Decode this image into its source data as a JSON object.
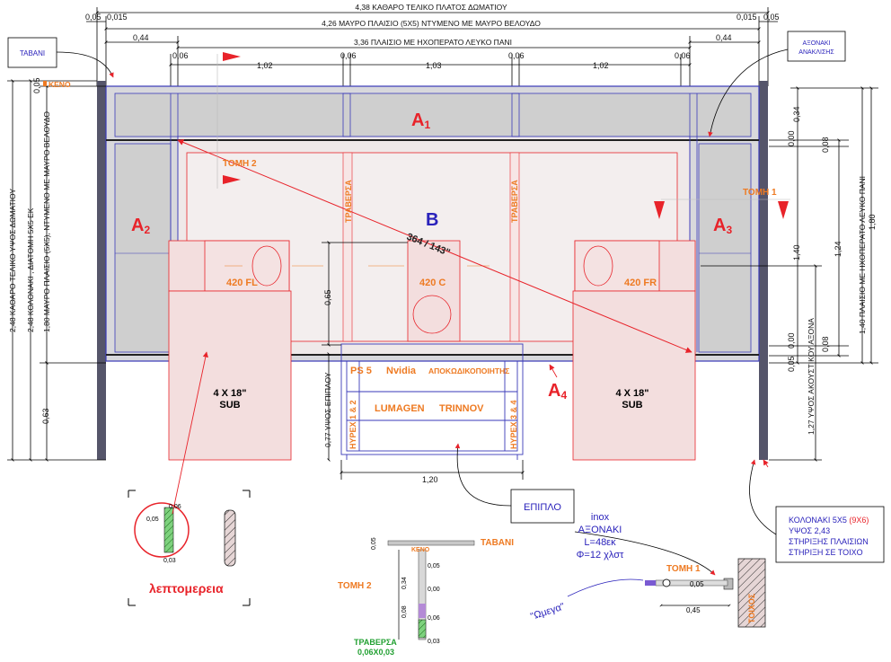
{
  "dimensions": {
    "total_width_label": "4,38  ΚΑΘΑΡΟ ΤΕΛΙΚΟ ΠΛΑΤΟΣ ΔΩΜΑΤΙΟΥ",
    "frame_width_label": "4,26  ΜΑΥΡΟ ΠΛΑΙΣΙΟ (5Χ5) ΝΤΥΜΕΝΟ ΜΕ ΜΑΥΡΟ ΒΕΛΟΥΔΟ",
    "screen_width_label": "3,36 ΠΛΑΙΣΙΟ ΜΕ ΗΧΟΠΕΡΑΤΟ ΛΕΥΚΟ ΠΑΝΙ",
    "d005": "0,05",
    "d0015": "0,015",
    "d044": "0,44",
    "d006": "0,06",
    "d102": "1,02",
    "d103": "1,03",
    "d000": "0,00",
    "d008": "0,08",
    "d034": "0,34",
    "d140": "1,40",
    "d124": "1,24",
    "d180": "1,80",
    "d065": "0,65",
    "d063": "0,63",
    "d120": "1,20",
    "d045": "0,45",
    "d003": "0,03",
    "left_v1": "2,48  ΚΑΘΑΡΟ ΤΕΛΙΚΟ ΥΨΟΣ ΔΩΜΑΤΙΟΥ",
    "left_v2": "2,48  ΚΟΛΟΝΑΚΙ , ΔΙΑΤΟΜΗ 5Χ5 ΕΚ",
    "left_v3": "1,80  ΜΑΥΡΟ ΠΛΑΙΣΙΟ (5Χ5), ΝΤΥΜΕΝΟ ΜΕ ΜΑΥΡΟ ΒΕΛΟΥΔΟ",
    "right_v1": "1,40 ΠΛΑΙΣΙΟ ΜΕ ΗΧΟΠΕΡΑΤΟ ΛΕΥΚΟ ΠΑΝΙ",
    "right_v2": "1,27  ΥΨΟΣ ΑΚΟΥΣΤΙΚΟΥ ΑΞΟΝΑ",
    "cabinet_height": "0,77 ΥΨΟΣ ΕΠΙΠΛΟΥ",
    "diagonal": "364 / 143\""
  },
  "callouts": {
    "tavani": "ΤΑΒΑΝΙ",
    "axonaki": "ΑΞΟΝΑΚΙ ΑΝΑΚΛΙΣΗΣ",
    "keno": "ΚΕΝΟ",
    "epiplo": "ΕΠΙΠΛΟ",
    "kolonaki_1": "ΚΟΛΟΝΑΚΙ 5Χ5 ",
    "kolonaki_red": "(9Χ6)",
    "kolonaki_2": "ΥΨΟΣ 2,43",
    "kolonaki_3": "ΣΤΗΡΙΞΗΣ ΠΛΑΙΣΙΩΝ",
    "kolonaki_4": "ΣΤΗΡΙΞΗ ΣΕ ΤΟΙΧΟ"
  },
  "zones": {
    "a": "A",
    "a1": "1",
    "a2": "2",
    "a3": "3",
    "a4": "4",
    "b": "B"
  },
  "sections": {
    "tomi1": "ΤΟΜΗ 1",
    "tomi2": "ΤΟΜΗ 2",
    "traversa": "ΤΡΑΒΕΡΣΑ"
  },
  "speakers": {
    "fl": "420 FL",
    "c": "420 C",
    "fr": "420 FR",
    "sub_count": "4 X 18\"",
    "sub": "SUB"
  },
  "cabinet": {
    "hypex12": "HYPEX 1 & 2",
    "hypex34": "HYPEX 3 & 4",
    "ps5": "PS 5",
    "nvidia": "Nvidia",
    "decoder": "ΑΠΟΚΩΔΙΚΟΠΟΙΗΤΗΣ",
    "lumagen": "LUMAGEN",
    "trinnov": "TRINNOV"
  },
  "details": {
    "leptomereia": "λεπτομερεια",
    "traversa_size": "0,06Χ0,03",
    "inox": "inox",
    "axonaki": "ΑΞΟΝΑΚΙ",
    "length": "L=48εκ",
    "phi": "Φ=12 χλστ",
    "omega": "\"Ωμεγα\"",
    "toixos": "ΤΟΙΧΟΣ"
  },
  "colors": {
    "frame": "#3a3ab8",
    "panel": "#d4d4d4",
    "screen": "#f2eded",
    "speaker": "#f3dede",
    "accent_red": "#e8232a",
    "accent_orange": "#ee7a22",
    "post": "#5a5a66"
  }
}
